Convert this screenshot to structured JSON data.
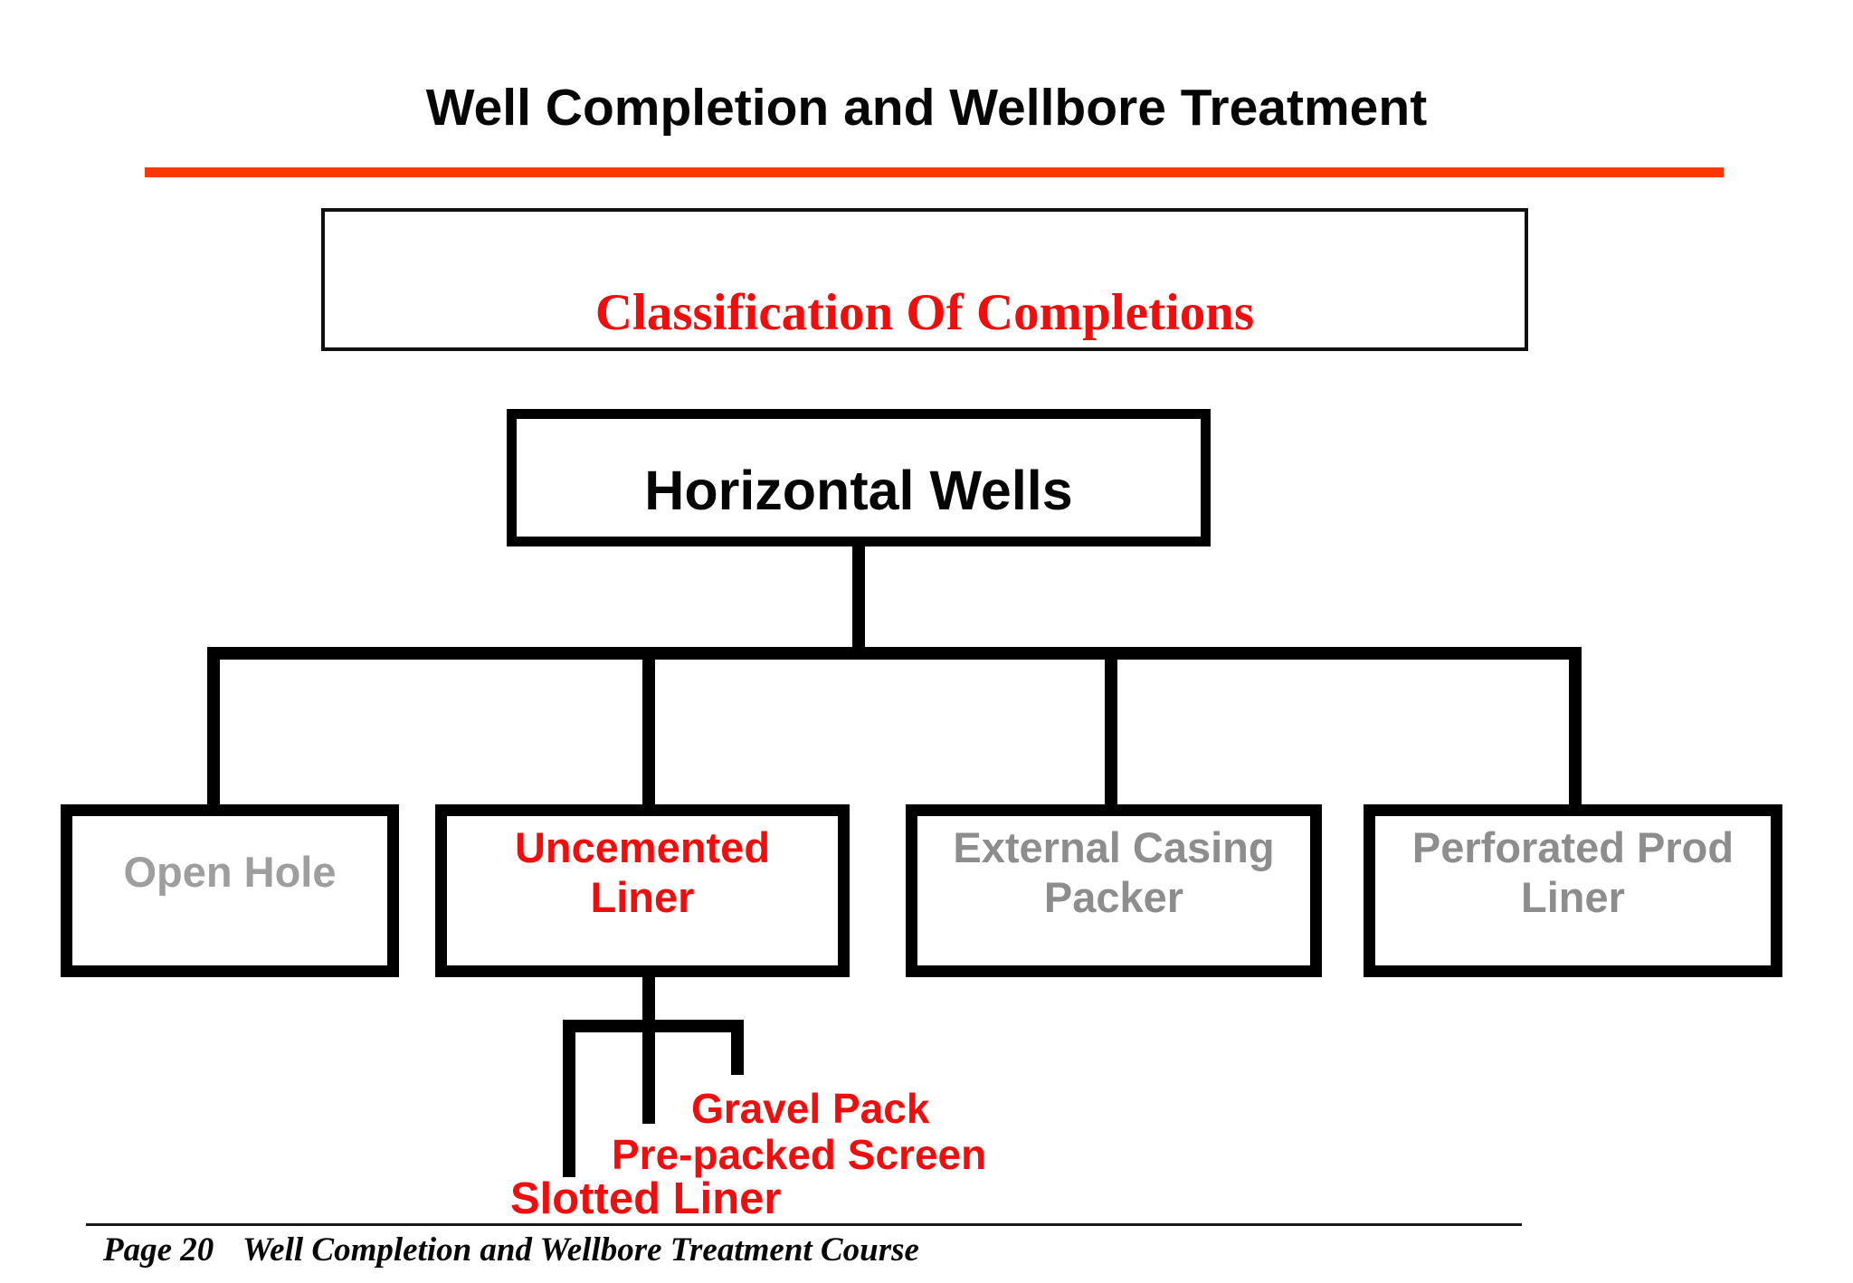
{
  "header": {
    "title": "Well Completion and Wellbore Treatment",
    "rule_color": "#FB3708"
  },
  "classification_box": {
    "label": "Classification Of Completions",
    "text_color": "#F20D0D"
  },
  "tree": {
    "root": {
      "label": "Horizontal Wells"
    },
    "children": [
      {
        "label": "Open Hole",
        "text_color": "#9E9E9E"
      },
      {
        "label": "Uncemented\nLiner",
        "text_color": "#F20D0D"
      },
      {
        "label": "External Casing\nPacker",
        "text_color": "#8D8D8D"
      },
      {
        "label": "Perforated Prod\nLiner",
        "text_color": "#8D8D8D"
      }
    ],
    "uncemented_liner_types": [
      {
        "label": "Gravel Pack",
        "text_color": "#F20D0D"
      },
      {
        "label": "Pre-packed Screen",
        "text_color": "#F20D0D"
      },
      {
        "label": "Slotted Liner",
        "text_color": "#F20D0D"
      }
    ],
    "connector_color": "#000000"
  },
  "footer": {
    "page_label": "Page 20",
    "course_label": "Well Completion and Wellbore Treatment Course"
  }
}
